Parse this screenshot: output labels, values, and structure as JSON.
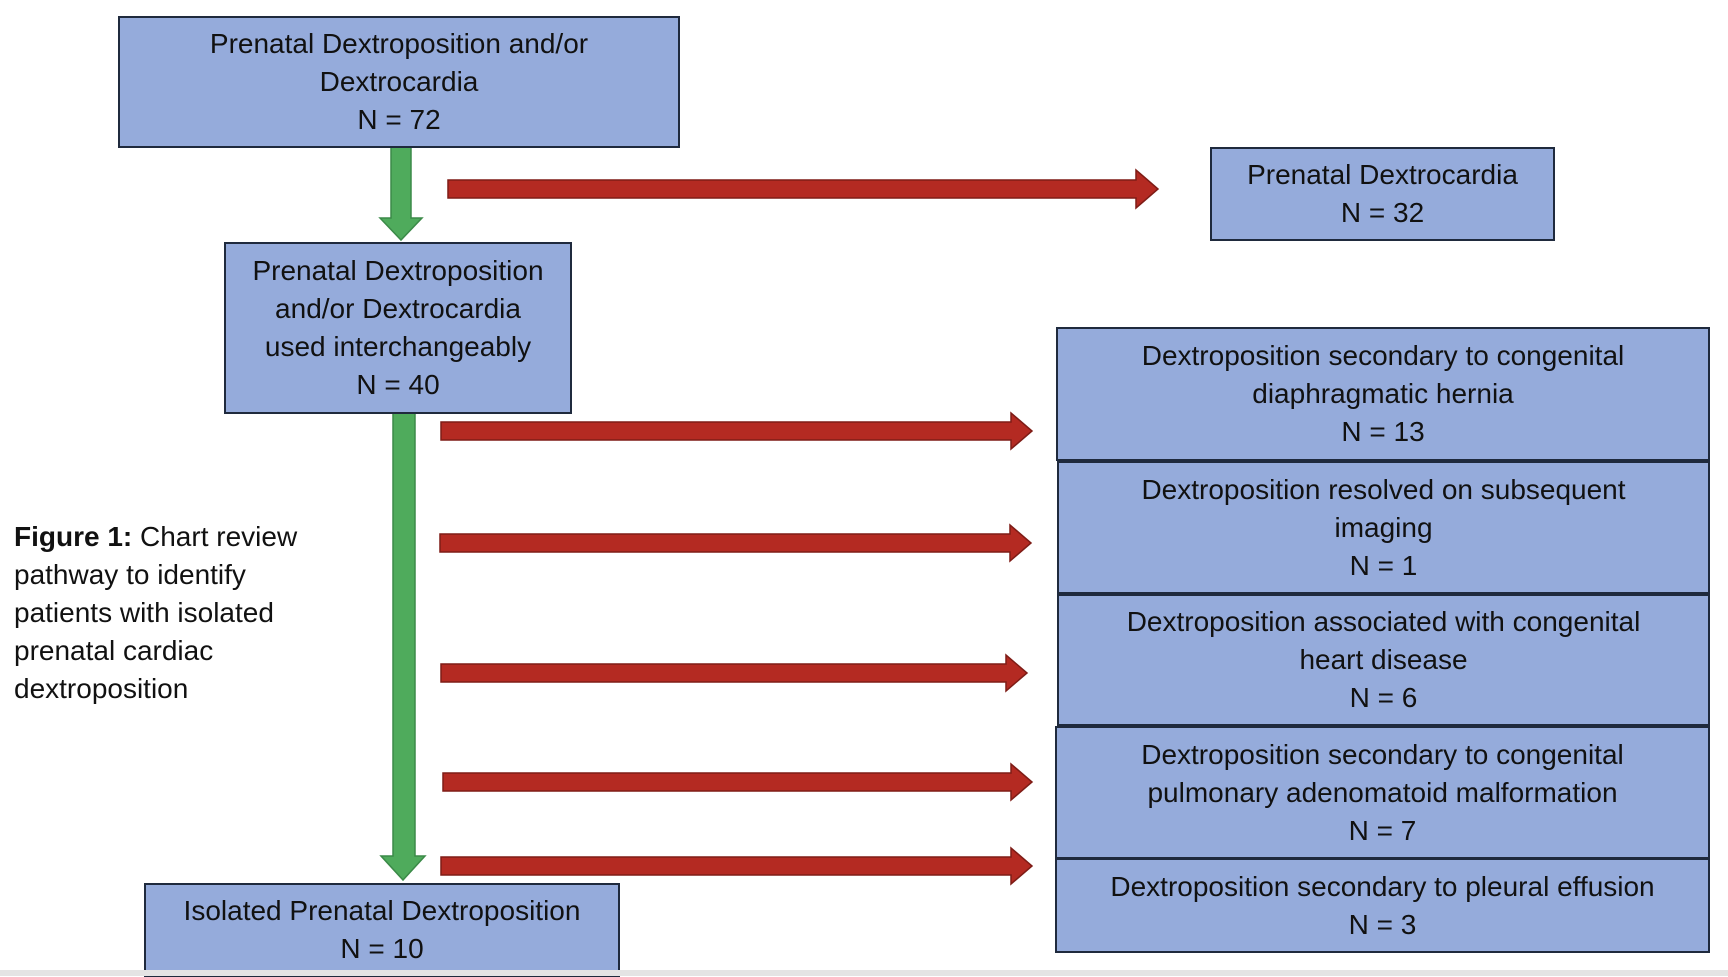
{
  "diagram": {
    "nodes": {
      "start": {
        "line1": "Prenatal Dextroposition and/or",
        "line2": "Dextrocardia",
        "count": "N = 72"
      },
      "dextrocardia": {
        "line1": "Prenatal Dextrocardia",
        "count": "N = 32"
      },
      "interchangeable": {
        "line1": "Prenatal Dextroposition",
        "line2": "and/or Dextrocardia",
        "line3": "used interchangeably",
        "count": "N = 40"
      },
      "cdh": {
        "line1": "Dextroposition secondary to congenital",
        "line2": "diaphragmatic hernia",
        "count": "N = 13"
      },
      "resolved": {
        "line1": "Dextroposition resolved on subsequent",
        "line2": "imaging",
        "count": "N = 1"
      },
      "chd": {
        "line1": "Dextroposition associated with congenital",
        "line2": "heart disease",
        "count": "N = 6"
      },
      "cpam": {
        "line1": "Dextroposition secondary to congenital",
        "line2": "pulmonary adenomatoid malformation",
        "count": "N = 7"
      },
      "effusion": {
        "line1": "Dextroposition secondary to pleural effusion",
        "count": "N = 3"
      },
      "isolated": {
        "line1": "Isolated Prenatal Dextroposition",
        "count": "N = 10"
      }
    },
    "caption": {
      "label": "Figure 1:",
      "text": " Chart review pathway to identify patients with isolated prenatal cardiac dextroposition"
    },
    "colors": {
      "box_fill": "#95abdb",
      "box_border": "#1f2a3d",
      "inclusion_arrow": "#4fab5c",
      "exclusion_arrow": "#b42a22"
    }
  }
}
